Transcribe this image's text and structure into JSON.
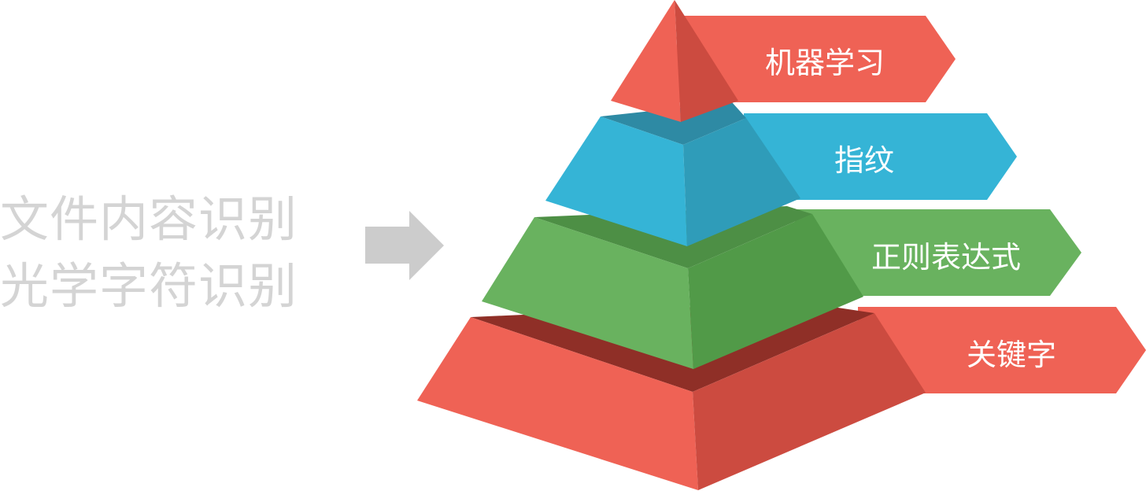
{
  "left_text": {
    "line1": "文件内容识别",
    "line2": "光学字符识别"
  },
  "arrow": {
    "color": "#cccccc"
  },
  "layers": [
    {
      "label": "机器学习",
      "tag_color": "#ef6255",
      "light": "#ef6255",
      "dark": "#cc4b40",
      "top": "#cc4b40"
    },
    {
      "label": "指纹",
      "tag_color": "#35b4d6",
      "light": "#35b4d6",
      "dark": "#2f9cb9",
      "top": "#2e8aa4"
    },
    {
      "label": "正则表达式",
      "tag_color": "#69b25f",
      "light": "#69b25f",
      "dark": "#519a48",
      "top": "#4d8f45"
    },
    {
      "label": "关键字",
      "tag_color": "#ef6255",
      "light": "#ef6255",
      "dark": "#cc4b40",
      "top": "#8f2f27"
    }
  ]
}
